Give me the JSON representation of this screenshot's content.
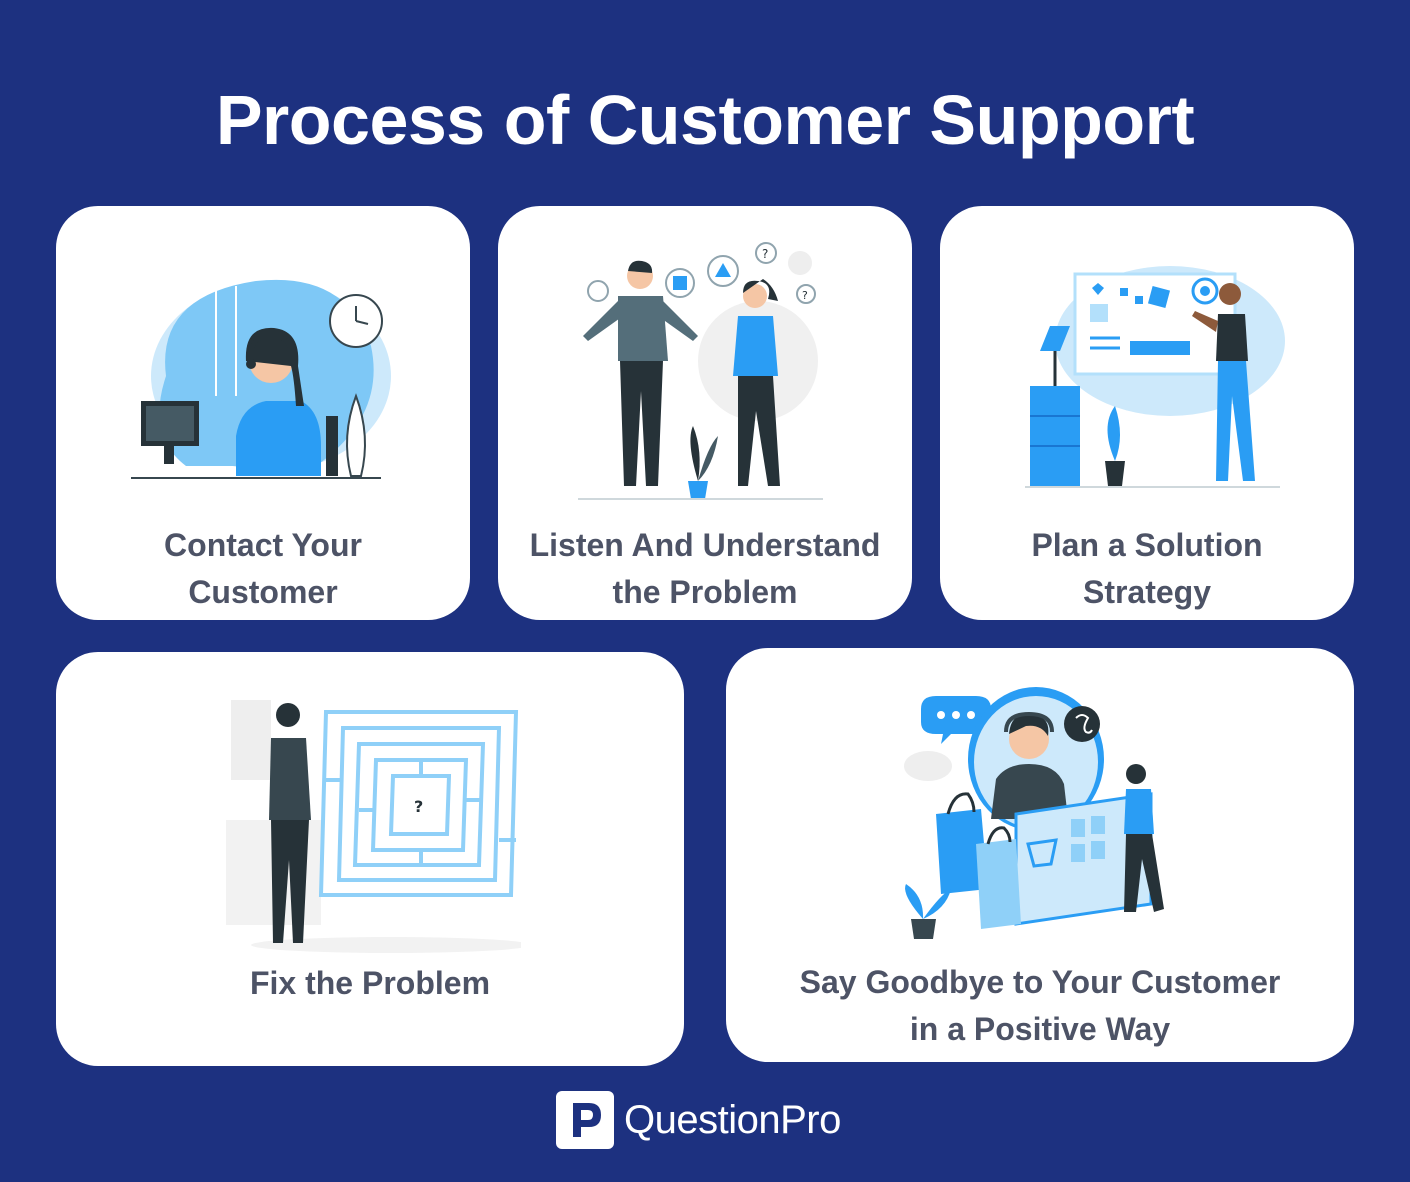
{
  "title": "Process of Customer Support",
  "steps": [
    {
      "line1": "Contact Your",
      "line2": "Customer",
      "icon": "call-center-agent-illustration"
    },
    {
      "line1": "Listen And Understand",
      "line2": "the Problem",
      "icon": "two-people-discussing-illustration"
    },
    {
      "line1": "Plan a Solution",
      "line2": "Strategy",
      "icon": "planning-board-illustration"
    },
    {
      "line1": "Fix the Problem",
      "line2": "",
      "icon": "maze-illustration"
    },
    {
      "line1": "Say Goodbye to Your Customer",
      "line2": "in a Positive Way",
      "icon": "online-support-shopping-illustration"
    }
  ],
  "brand": {
    "name": "QuestionPro",
    "icon": "questionpro-logo-icon"
  },
  "colors": {
    "background": "#1d3180",
    "card": "#ffffff",
    "accent_blue": "#2a9df4",
    "light_blue": "#cde9fb",
    "label_text": "#4d5366",
    "dark_figure": "#263238"
  }
}
